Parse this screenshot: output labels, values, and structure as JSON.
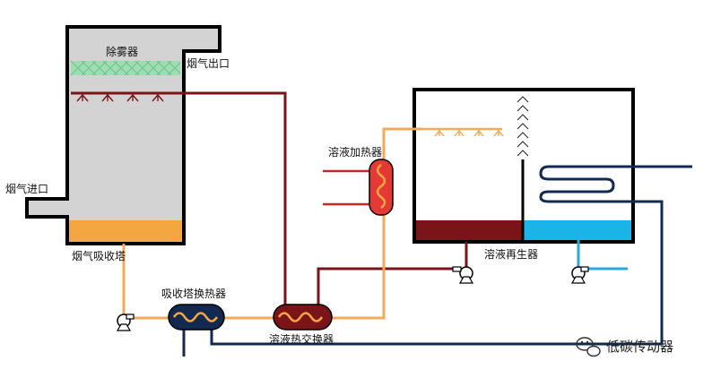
{
  "labels": {
    "demister": "除雾器",
    "flue_gas_outlet": "烟气出口",
    "flue_gas_inlet": "烟气进口",
    "absorber": "烟气吸收塔",
    "absorber_heat_exchanger": "吸收塔换热器",
    "solution_heat_exchanger": "溶液热交换器",
    "solution_heater": "溶液加热器",
    "solution_regenerator": "溶液再生器"
  },
  "watermark": "低碳传动器",
  "colors": {
    "tower_fill": "#d3d3d3",
    "solution_orange": "#f4a640",
    "dark_red": "#7b1418",
    "cooling_blue": "#1ab4e8",
    "navy": "#13294f",
    "demister_green": "#9fdcb0"
  }
}
